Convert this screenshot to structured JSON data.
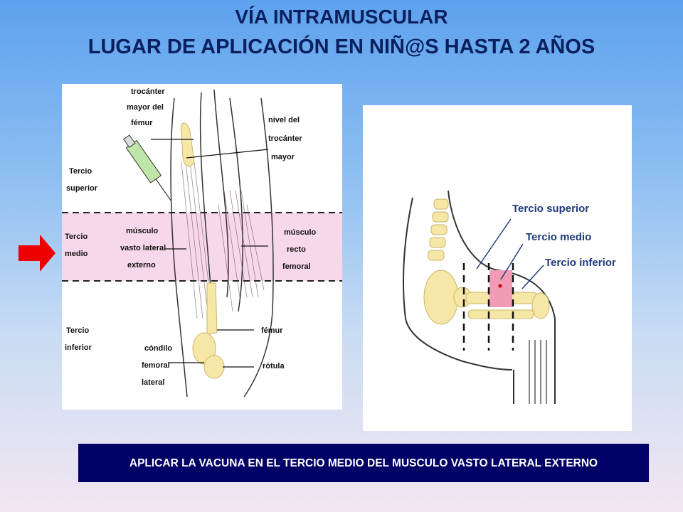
{
  "title": {
    "line1": "VÍA INTRAMUSCULAR",
    "line2": "LUGAR DE APLICACIÓN EN NIÑ@S HASTA 2 AÑOS"
  },
  "left_figure": {
    "trocanter_mayor": [
      "trocánter",
      "mayor del",
      "fémur"
    ],
    "nivel_trocanter": [
      "nivel del",
      "trocánter",
      "mayor"
    ],
    "tercio_superior": [
      "Tercio",
      "superior"
    ],
    "tercio_medio": [
      "Tercio",
      "medio"
    ],
    "tercio_inferior": [
      "Tercio",
      "inferior"
    ],
    "vasto_lateral": [
      "músculo",
      "vasto lateral",
      "externo"
    ],
    "recto_femoral": [
      "músculo",
      "recto",
      "femoral"
    ],
    "femur": "fémur",
    "condilo": [
      "cóndilo",
      "femoral",
      "lateral"
    ],
    "rotula": "rótula"
  },
  "right_figure": {
    "tercio_superior": "Tercio superior",
    "tercio_medio": "Tercio medio",
    "tercio_inferior": "Tercio inferior"
  },
  "banner": {
    "text": "APLICAR LA VACUNA EN EL TERCIO MEDIO DEL MUSCULO VASTO LATERAL EXTERNO"
  },
  "colors": {
    "title": "#0a1f5e",
    "banner_bg": "#000066",
    "arrow": "#ee0000",
    "highlight_band": "#f7d8ea",
    "injection_zone": "#f29bb5",
    "bone": "#f6e7a6"
  }
}
